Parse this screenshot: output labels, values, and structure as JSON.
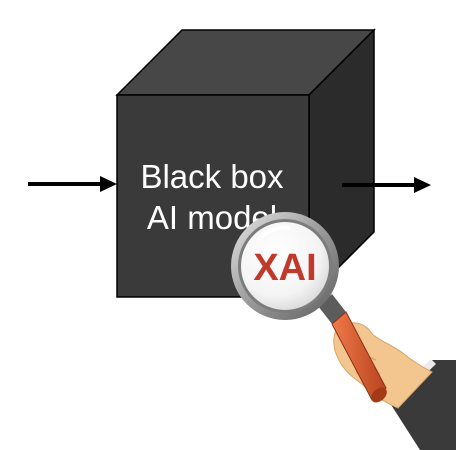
{
  "diagram": {
    "box_label_line1": "Black box",
    "box_label_line2": "AI model",
    "lens_label": "XAI"
  },
  "colors": {
    "cube_front": "#3a3a3a",
    "cube_top": "#474747",
    "cube_side": "#2b2b2b",
    "cube_stroke": "#000000",
    "arrow": "#000000",
    "lens_text": "#c0392b",
    "handle": "#d9532c",
    "sleeve": "#3a3a3a",
    "skin": "#f3c58f"
  },
  "icons": {
    "input_arrow": "arrow-right-icon",
    "output_arrow": "arrow-right-icon",
    "magnifier": "magnifying-glass-icon",
    "hand": "hand-icon"
  }
}
